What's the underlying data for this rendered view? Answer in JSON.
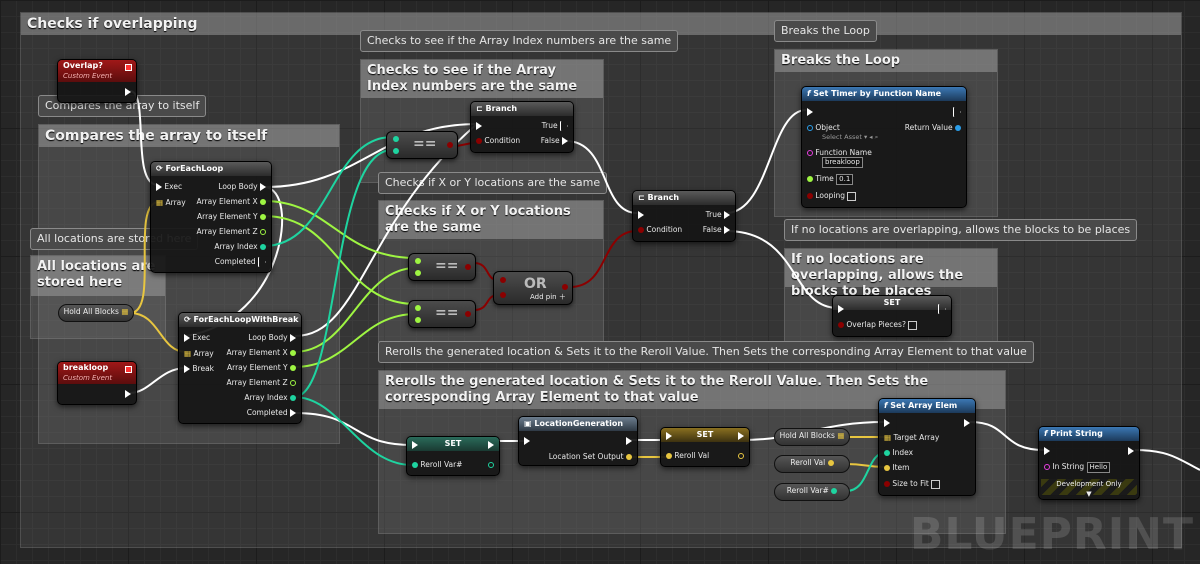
{
  "colors": {
    "exec": "#ffffff",
    "int": "#1ed4a0",
    "bool": "#8b0000",
    "vector": "#e8c640",
    "object": "#2a9de8",
    "struct": "#ffcc00",
    "string": "#e83fe0",
    "float": "#9ef542"
  },
  "outer_comment": {
    "title": "Checks if overlapping"
  },
  "comments": {
    "compare": {
      "bubble": "Compares the array to itself",
      "title": "Compares the array to itself"
    },
    "stored": {
      "bubble": "All locations are stored here",
      "title": "All locations are stored here"
    },
    "index": {
      "bubble": "Checks to see if the Array Index numbers are the same",
      "title": "Checks to see if the Array Index numbers are the same"
    },
    "xy": {
      "bubble": "Checks if X or Y locations are the same",
      "title": "Checks if X or Y locations are the same"
    },
    "break": {
      "bubble": "Breaks the Loop",
      "title": "Breaks the Loop"
    },
    "nooverlap": {
      "bubble": "If no locations are overlapping, allows the blocks to be places",
      "title": "If no locations are overlapping, allows the blocks to be places"
    },
    "reroll": {
      "bubble": "Rerolls the generated location & Sets it to the Reroll Value. Then Sets the corresponding Array Element to that value",
      "title": "Rerolls the generated location & Sets it to the Reroll Value. Then Sets the corresponding Array Element to that value"
    }
  },
  "nodes": {
    "overlap_event": {
      "title": "Overlap?",
      "subtitle": "Custom Event"
    },
    "breakloop_event": {
      "title": "breakloop",
      "subtitle": "Custom Event"
    },
    "foreach": {
      "title": "ForEachLoop",
      "exec": "Exec",
      "array": "Array",
      "loop_body": "Loop Body",
      "elem_x": "Array Element X",
      "elem_y": "Array Element Y",
      "elem_z": "Array Element Z",
      "index": "Array Index",
      "completed": "Completed"
    },
    "foreach_break": {
      "title": "ForEachLoopWithBreak",
      "exec": "Exec",
      "array": "Array",
      "break": "Break",
      "loop_body": "Loop Body",
      "elem_x": "Array Element X",
      "elem_y": "Array Element Y",
      "elem_z": "Array Element Z",
      "index": "Array Index",
      "completed": "Completed"
    },
    "hold_blocks_1": {
      "label": "Hold All Blocks"
    },
    "branch1": {
      "title": "Branch",
      "condition": "Condition",
      "true": "True",
      "false": "False"
    },
    "branch2": {
      "title": "Branch",
      "condition": "Condition",
      "true": "True",
      "false": "False"
    },
    "eq1": {
      "label": "=="
    },
    "eq2": {
      "label": "=="
    },
    "eq3": {
      "label": "=="
    },
    "or": {
      "label": "OR",
      "add_pin": "Add pin"
    },
    "set_timer": {
      "title": "Set Timer by Function Name",
      "object": "Object",
      "object_value": "Select Asset",
      "return": "Return Value",
      "function_name": "Function Name",
      "function_value": "breakloop",
      "time": "Time",
      "time_value": "0.1",
      "looping": "Looping"
    },
    "set_overlap": {
      "title": "SET",
      "pin": "Overlap Pieces?"
    },
    "set_reroll": {
      "title": "SET",
      "pin": "Reroll Var#"
    },
    "location_gen": {
      "title": "LocationGeneration",
      "pin": "Location Set Output"
    },
    "set_reroll_val": {
      "title": "SET",
      "pin": "Reroll Val"
    },
    "hold_blocks_2": {
      "label": "Hold All Blocks"
    },
    "reroll_val_get": {
      "label": "Reroll Val"
    },
    "reroll_var_get": {
      "label": "Reroll Var#"
    },
    "set_array_elem": {
      "title": "Set Array Elem",
      "target": "Target Array",
      "index": "Index",
      "item": "Item",
      "size": "Size to Fit"
    },
    "print_string": {
      "title": "Print String",
      "in_string": "In String",
      "value": "Hello",
      "dev": "Development Only"
    }
  },
  "watermark": "BLUEPRINT"
}
